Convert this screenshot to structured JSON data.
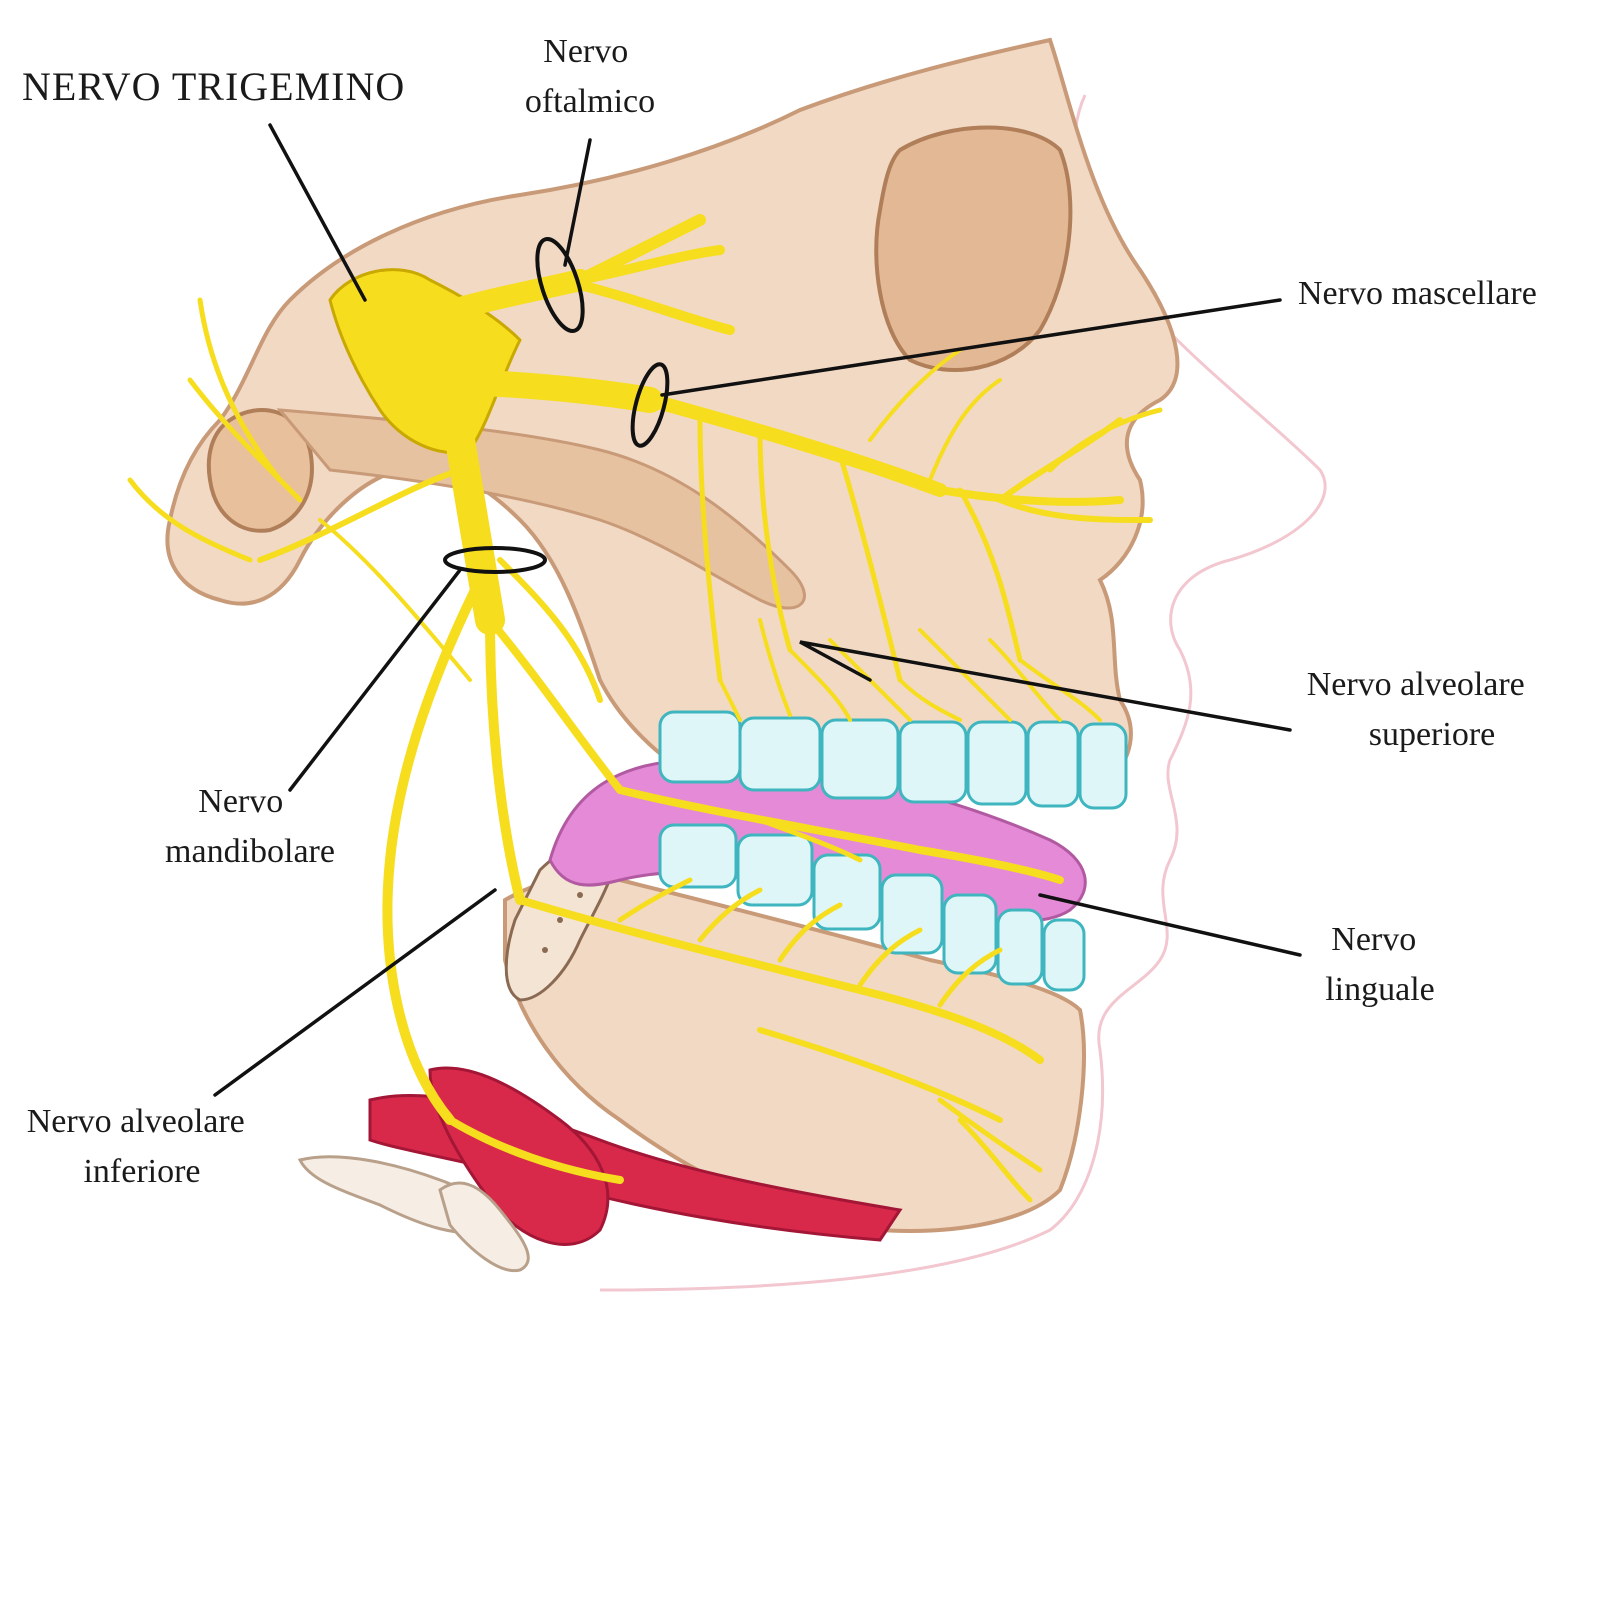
{
  "title": "NERVO TRIGEMINO",
  "labels": {
    "oftalmico": [
      "Nervo",
      "oftalmico"
    ],
    "mascellare": [
      "Nervo mascellare"
    ],
    "alveolare_superiore": [
      "Nervo alveolare",
      "superiore"
    ],
    "mandibolare": [
      "Nervo",
      "mandibolare"
    ],
    "linguale": [
      "Nervo",
      "linguale"
    ],
    "alveolare_inferiore": [
      "Nervo alveolare",
      "inferiore"
    ]
  },
  "colors": {
    "nerve": "#f6dd1e",
    "nerve_outline": "#c9a800",
    "bone": "#f1d9c4",
    "bone_shadow": "#c89a78",
    "teeth": "#dff6f8",
    "teeth_outline": "#3fb6bf",
    "gum": "#e48ad6",
    "muscle": "#d8294a",
    "skin_line": "#f2c7cf"
  }
}
